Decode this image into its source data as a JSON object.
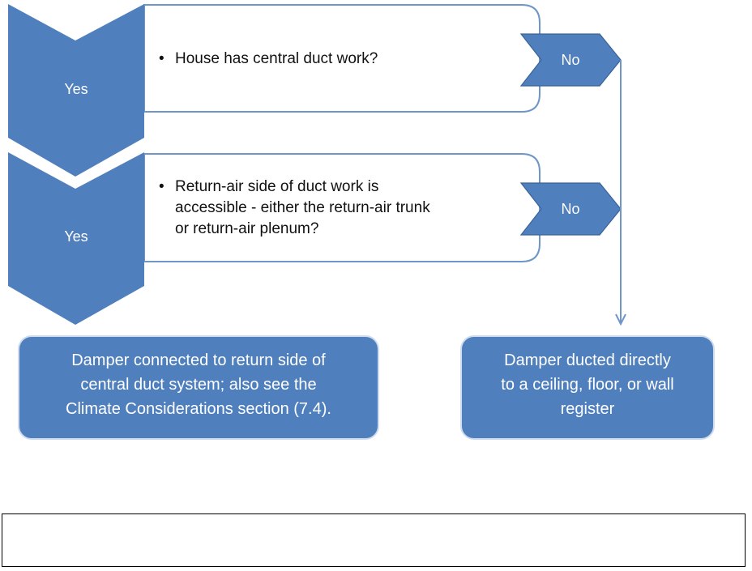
{
  "decisions": [
    {
      "question_lines": [
        "House has central duct work?"
      ],
      "yes_label": "Yes",
      "no_label": "No"
    },
    {
      "question_lines": [
        "Return-air side of duct work is",
        "accessible - either the return-air trunk",
        "or return-air plenum?"
      ],
      "yes_label": "Yes",
      "no_label": "No"
    }
  ],
  "outcomes": {
    "yes_outcome": [
      "Damper connected to return side of",
      "central duct system; also see the",
      "Climate Considerations section (7.4)."
    ],
    "no_outcome": [
      "Damper  ducted directly",
      "to a ceiling, floor, or wall",
      "register"
    ]
  },
  "caption": {
    "text": ""
  },
  "colors": {
    "chevron_fill": "#4f7fbd",
    "box_border": "#6e96c8",
    "outcome_fill": "#4f7fbd"
  }
}
